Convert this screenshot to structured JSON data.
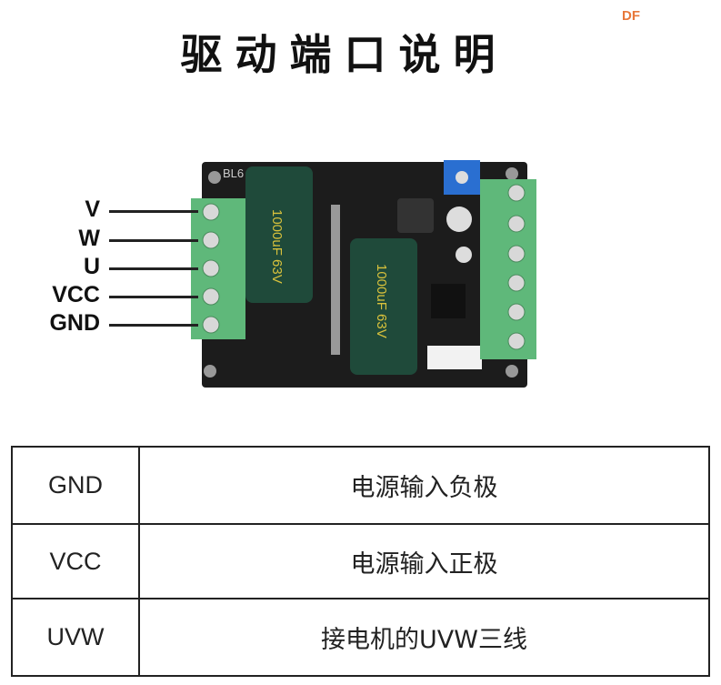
{
  "logo": "DF",
  "title": "驱动端口说明",
  "board": {
    "model_text": "BL6",
    "capacitor_text": "1000uF 63V"
  },
  "pin_labels": [
    "V",
    "W",
    "U",
    "VCC",
    "GND"
  ],
  "table": {
    "rows": [
      {
        "port": "GND",
        "description": "电源输入负极"
      },
      {
        "port": "VCC",
        "description": "电源输入正极"
      },
      {
        "port": "UVW",
        "description": "接电机的UVW三线"
      }
    ]
  },
  "colors": {
    "terminal": "#5fb87a",
    "pcb": "#1c1c1c",
    "capacitor": "#1f4a3a",
    "accent": "#e8783a"
  }
}
